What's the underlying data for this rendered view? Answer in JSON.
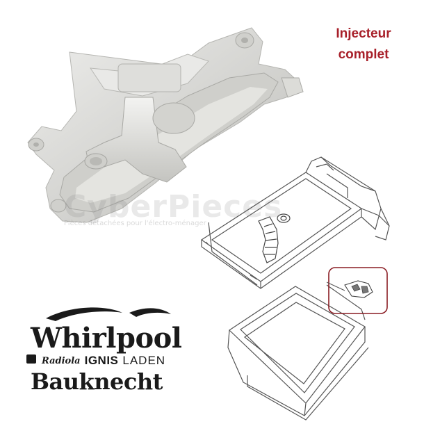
{
  "title": {
    "line1": "Injecteur",
    "line2": "complet"
  },
  "watermark": {
    "brand": "CyberPieces",
    "tagline": "Pièces détachées pour l'électro-ménager"
  },
  "brands": {
    "whirlpool": "Whirlpool",
    "radiola": "Radiola",
    "ignis": "IGNIS",
    "laden": "LADEN",
    "bauknecht": "Bauknecht"
  },
  "colors": {
    "title": "#a8202a",
    "highlight": "#8a1d24",
    "part": "#dcdcd8",
    "line": "#555555"
  }
}
